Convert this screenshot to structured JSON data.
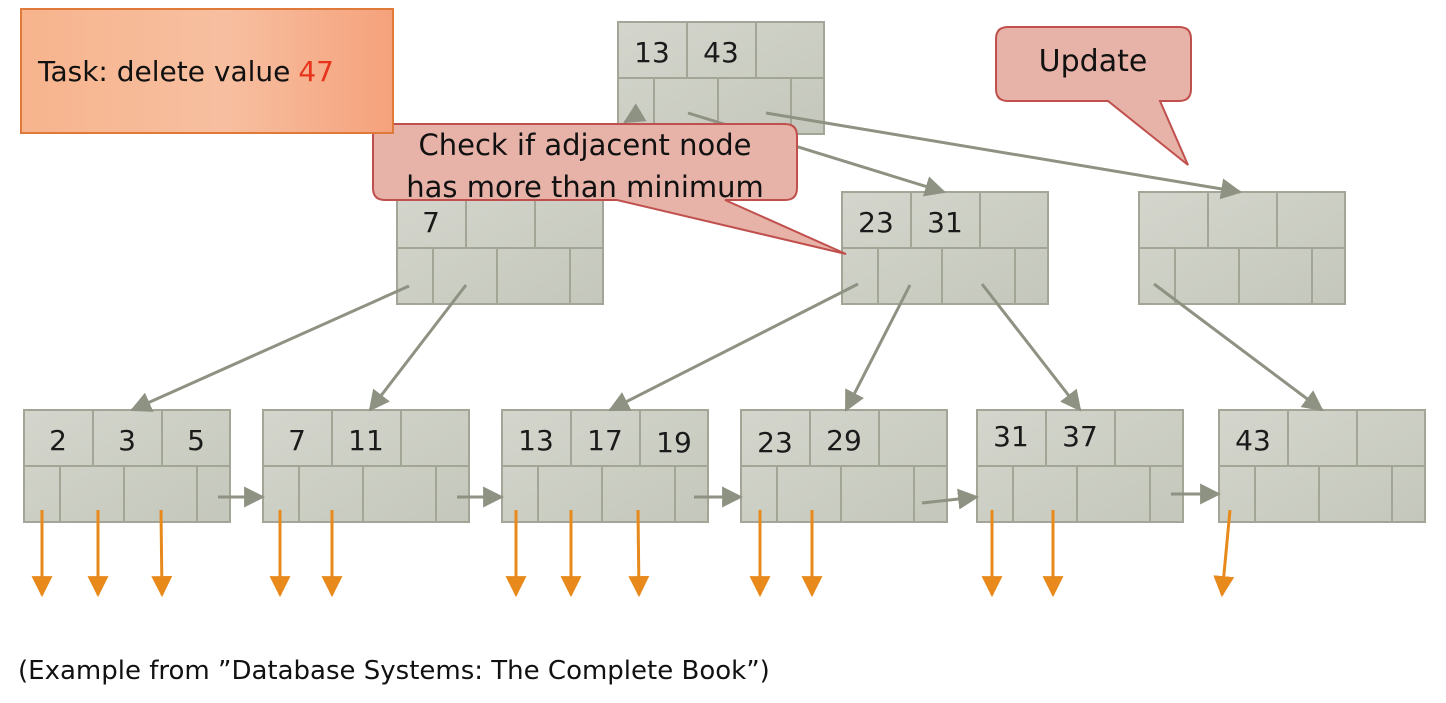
{
  "task": {
    "prefix": "Task: delete value",
    "value": "47",
    "value_color": "#e8341c"
  },
  "callouts": {
    "update": "Update",
    "check_line1": "Check if adjacent node",
    "check_line2": "has more than minimum"
  },
  "tree": {
    "root": {
      "keys": [
        "13",
        "43",
        ""
      ]
    },
    "internal": [
      {
        "name": "internal-node-left",
        "keys": [
          "7",
          "",
          ""
        ]
      },
      {
        "name": "internal-node-middle",
        "keys": [
          "23",
          "31",
          ""
        ]
      },
      {
        "name": "internal-node-right",
        "keys": [
          "",
          "",
          ""
        ]
      }
    ],
    "leaves": [
      {
        "name": "leaf-node-1",
        "keys": [
          "2",
          "3",
          "5"
        ]
      },
      {
        "name": "leaf-node-2",
        "keys": [
          "7",
          "11",
          ""
        ]
      },
      {
        "name": "leaf-node-3",
        "keys": [
          "13",
          "17",
          "19"
        ]
      },
      {
        "name": "leaf-node-4",
        "keys": [
          "23",
          "29",
          ""
        ]
      },
      {
        "name": "leaf-node-5",
        "keys": [
          "31",
          "37",
          ""
        ]
      },
      {
        "name": "leaf-node-6",
        "keys": [
          "43",
          "",
          ""
        ]
      }
    ]
  },
  "colors": {
    "node_fill": "#cfd1c8",
    "node_border": "#a3a697",
    "pointer_arrow": "#8e9282",
    "record_arrow": "#e8891c",
    "callout_fill": "#e7b2a7",
    "callout_border": "#c0504d",
    "task_fill": "#f7b48d",
    "task_border": "#e07a3a"
  },
  "footer": {
    "source": "(Example from ”Database Systems: The Complete Book”)"
  }
}
